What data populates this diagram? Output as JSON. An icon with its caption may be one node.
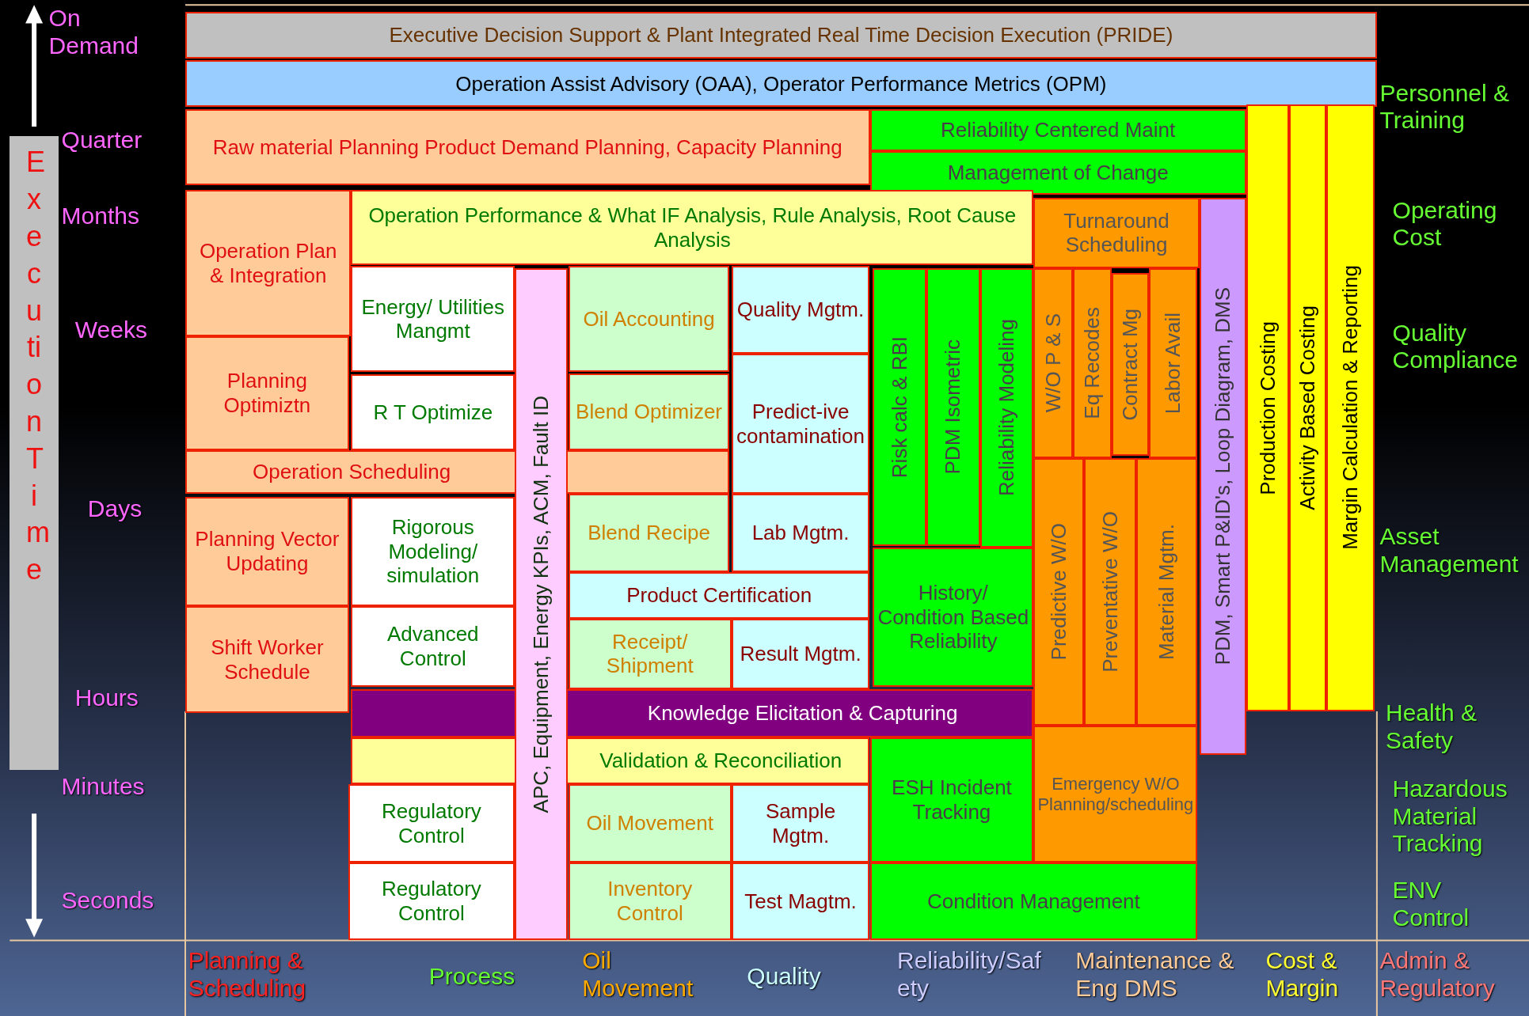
{
  "diagram": {
    "nodes": [
      {
        "text": [
          "Executive Decision Support & Plant Integrated Real Time Decision Execution (PRIDE)"
        ]
      },
      {
        "text": [
          "Operation Assist Advisory (OAA), Operator Performance Metrics (OPM)"
        ]
      },
      {
        "text": [
          "Raw material Planning Product Demand Planning, Capacity Planning"
        ]
      },
      {
        "text": [
          "Reliability Centered Maint"
        ]
      },
      {
        "text": [
          "Management of Change"
        ]
      },
      {
        "text": [
          "Production Costing"
        ]
      },
      {
        "text": [
          "Activity Based Costing"
        ]
      },
      {
        "text": [
          "Margin Calculation & Reporting"
        ]
      },
      {
        "text": [
          "Operation Plan & Integration"
        ]
      },
      {
        "text": [
          "Operation Performance & What IF Analysis, Rule Analysis, Root Cause Analysis"
        ]
      },
      {
        "text": [
          "Turnaround Scheduling"
        ]
      },
      {
        "text": [
          "PDM, Smart P&ID's, Loop Diagram, DMS"
        ]
      },
      {
        "text": [
          "Planning Optimiztn"
        ]
      },
      {
        "text": [
          "Energy/ Utilities Mangmt"
        ]
      },
      {
        "text": [
          "R T Optimize"
        ]
      },
      {
        "text": [
          "APC, Equipment, Energy KPIs, ACM, Fault ID"
        ]
      },
      {
        "text": [
          "Oil Accounting"
        ]
      },
      {
        "text": [
          "Quality Mgtm."
        ]
      },
      {
        "text": [
          "Risk calc & RBI"
        ]
      },
      {
        "text": [
          "PDM Isometric"
        ]
      },
      {
        "text": [
          "Reliability Modeling"
        ]
      },
      {
        "text": [
          "W/O P & S"
        ]
      },
      {
        "text": [
          "Eq Recodes"
        ]
      },
      {
        "text": [
          "Contract Mg"
        ]
      },
      {
        "text": [
          "Labor  Avail"
        ]
      },
      {
        "text": [
          "Blend Optimizer"
        ]
      },
      {
        "text": [
          "Predict-ive contamination"
        ]
      },
      {
        "text": [
          "Operation Scheduling"
        ]
      },
      {
        "text": [
          "Planning Vector Updating"
        ]
      },
      {
        "text": [
          "Rigorous Modeling/ simulation"
        ]
      },
      {
        "text": [
          "Blend Recipe"
        ]
      },
      {
        "text": [
          "Lab Mgtm."
        ]
      },
      {
        "text": [
          "History/ Condition Based Reliability"
        ]
      },
      {
        "text": [
          "Predictive W/O"
        ]
      },
      {
        "text": [
          "Preventative W/O"
        ]
      },
      {
        "text": [
          "Material Mgtm."
        ]
      },
      {
        "text": [
          "Product Certification"
        ]
      },
      {
        "text": [
          "Shift Worker Schedule"
        ]
      },
      {
        "text": [
          "Advanced Control"
        ]
      },
      {
        "text": [
          "Receipt/ Shipment"
        ]
      },
      {
        "text": [
          "Result Mgtm."
        ]
      },
      {
        "text": [
          "Knowledge Elicitation & Capturing"
        ]
      },
      {
        "text": [
          "Validation & Reconciliation"
        ]
      },
      {
        "text": [
          "ESH Incident Tracking"
        ]
      },
      {
        "text": [
          "Emergency W/O Planning/scheduling"
        ]
      },
      {
        "text": [
          "Regulatory Control"
        ]
      },
      {
        "text": [
          "Oil Movement"
        ]
      },
      {
        "text": [
          "Sample Mgtm."
        ]
      },
      {
        "text": [
          "Regulatory Control"
        ]
      },
      {
        "text": [
          "Inventory Control"
        ]
      },
      {
        "text": [
          "Test Magtm."
        ]
      },
      {
        "text": [
          "Condition Management"
        ]
      },
      {
        "text": [
          "Execution Time"
        ]
      }
    ],
    "labels": [
      "On Demand",
      "Quarter",
      "Months",
      "Weeks",
      "Days",
      "Hours",
      "Minutes",
      "Seconds",
      "Personnel & Training",
      "Operating Cost",
      "Quality Compliance",
      "Asset Management",
      "Health & Safety",
      "Hazardous Material Tracking",
      "ENV Control",
      "Planning & Scheduling",
      "Process",
      "Oil Movement",
      "Quality",
      "Reliability/Safety",
      "Maintenance & Eng DMS",
      "Cost & Margin",
      "Admin & Regulatory"
    ]
  }
}
